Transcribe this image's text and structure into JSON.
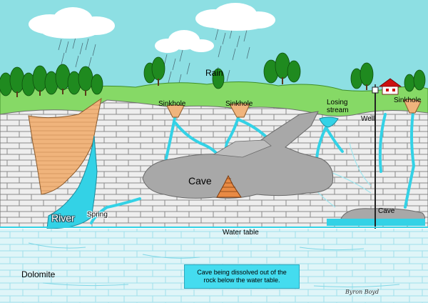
{
  "title": "",
  "labels": {
    "rain": "Rain",
    "sinkhole_1": "Sinkhole",
    "sinkhole_2": "Sinkhole",
    "sinkhole_3": "Sinkhole",
    "losing_stream": "Losing stream",
    "well": "Well",
    "cave_main": "Cave",
    "cave_small": "Cave",
    "river": "River",
    "spring": "Spring",
    "water_table": "Water table",
    "dolomite": "Dolomite",
    "caption_line1": "Cave being dissolved out of the",
    "caption_line2": "rock below the water table.",
    "signature": "Byron Boyd"
  },
  "colors": {
    "sky": "#8ddfe3",
    "grass": "#86d966",
    "tree": "#1f8a1f",
    "rock": "#eeeeee",
    "rock_lines": "#8a8a8a",
    "water": "#33d2e6",
    "cave": "#a8a8a8",
    "sediment": "#f0b47c",
    "bedrock": "#dff5f8",
    "bedrock_lines": "#8fdce8"
  }
}
